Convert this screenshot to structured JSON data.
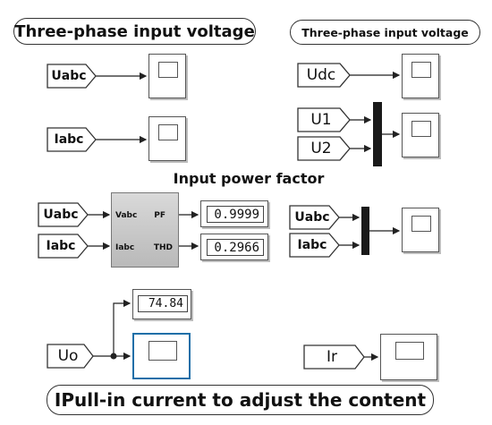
{
  "titles": {
    "left_title": "Three-phase input voltage",
    "right_title": "Three-phase input voltage",
    "input_pf": "Input power factor",
    "bottom_title": "IPull-in current to adjust the content"
  },
  "signals": {
    "uabc_1": "Uabc",
    "iabc_1": "Iabc",
    "udc": "Udc",
    "u1": "U1",
    "u2": "U2",
    "uabc_2": "Uabc",
    "iabc_2": "Iabc",
    "uabc_3": "Uabc",
    "iabc_3": "Iabc",
    "uo": "Uo",
    "ir": "Ir"
  },
  "pf_block": {
    "in_vabc": "Vabc",
    "in_iabc": "Iabc",
    "out_pf": "PF",
    "out_thd": "THD"
  },
  "displays": {
    "pf_value": "0.9999",
    "thd_value": "0.2966",
    "uo_value": "74.84"
  },
  "colors": {
    "selected_scope_border": "#1e6fa8",
    "mux": "#1a1a1a"
  }
}
